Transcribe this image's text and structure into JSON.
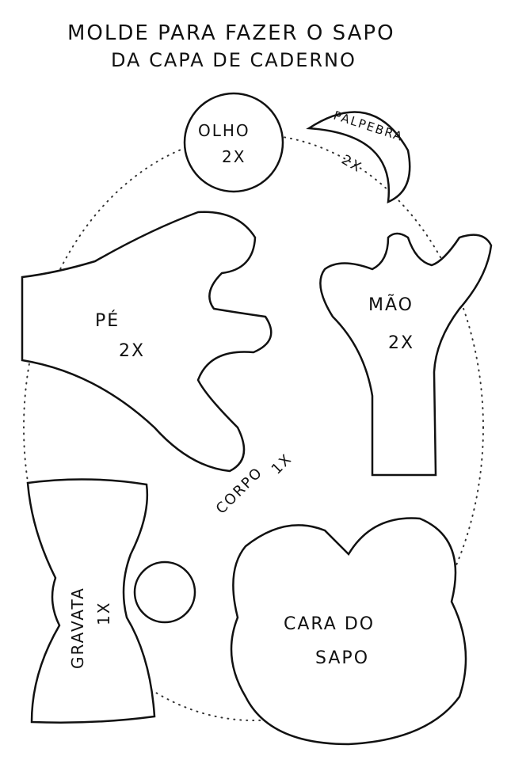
{
  "title": {
    "line1": "MOLDE  PARA  FAZER O SAPO",
    "line2": "DA  CAPA DE CADERNO"
  },
  "pieces": {
    "olho": {
      "name": "OLHO",
      "qty": "2X"
    },
    "palpebra": {
      "name": "PALPEBRA",
      "qty": "2X"
    },
    "pe": {
      "name": "PÉ",
      "qty": "2X"
    },
    "mao": {
      "name": "MÃO",
      "qty": "2X"
    },
    "corpo": {
      "name": "CORPO",
      "qty": "1X"
    },
    "gravata": {
      "name": "GRAVATA",
      "qty": "1X"
    },
    "cara": {
      "line1": "CARA  DO",
      "line2": "SAPO"
    }
  }
}
